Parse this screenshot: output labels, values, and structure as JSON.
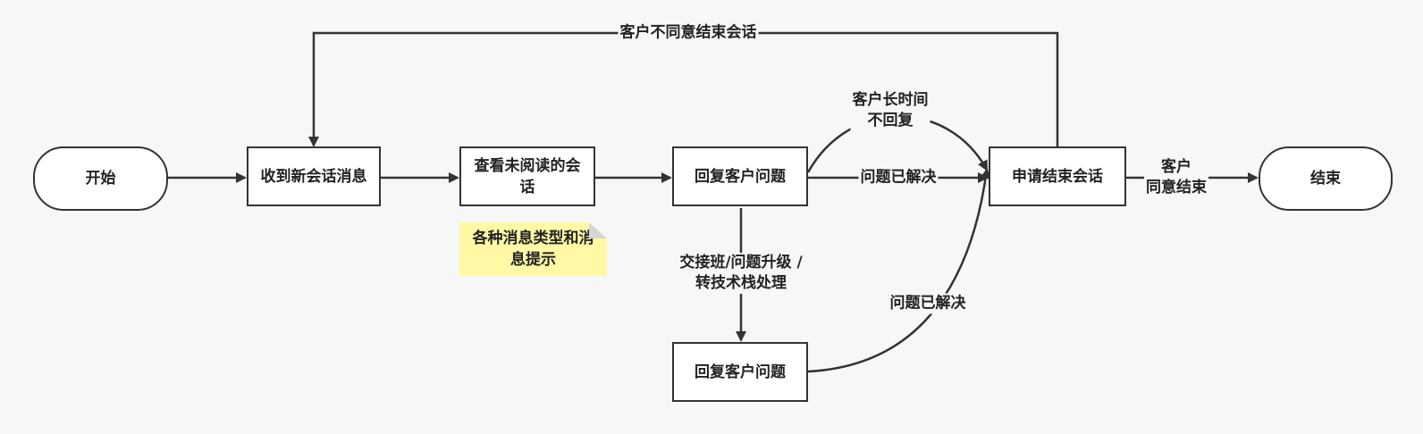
{
  "nodes": {
    "start": "开始",
    "receive": "收到新会话消息",
    "view_unread": "查看未阅读的会话",
    "reply1": "回复客户问题",
    "reply2": "回复客户问题",
    "request_end": "申请结束会话",
    "end": "结束"
  },
  "note": "各种消息类型和消息提示",
  "edges": {
    "disagree": "客户不同意结束会话",
    "no_reply_line1": "客户长时间",
    "no_reply_line2": "不回复",
    "resolved1": "问题已解决",
    "handover_line1": "交接班/问题升级 /",
    "handover_line2": "转技术栈处理",
    "resolved2": "问题已解决",
    "agree_line1": "客户",
    "agree_line2": "同意结束"
  },
  "colors": {
    "stroke": "#333333",
    "note_fill": "#fff9a6",
    "background": "#f7f7f7"
  }
}
